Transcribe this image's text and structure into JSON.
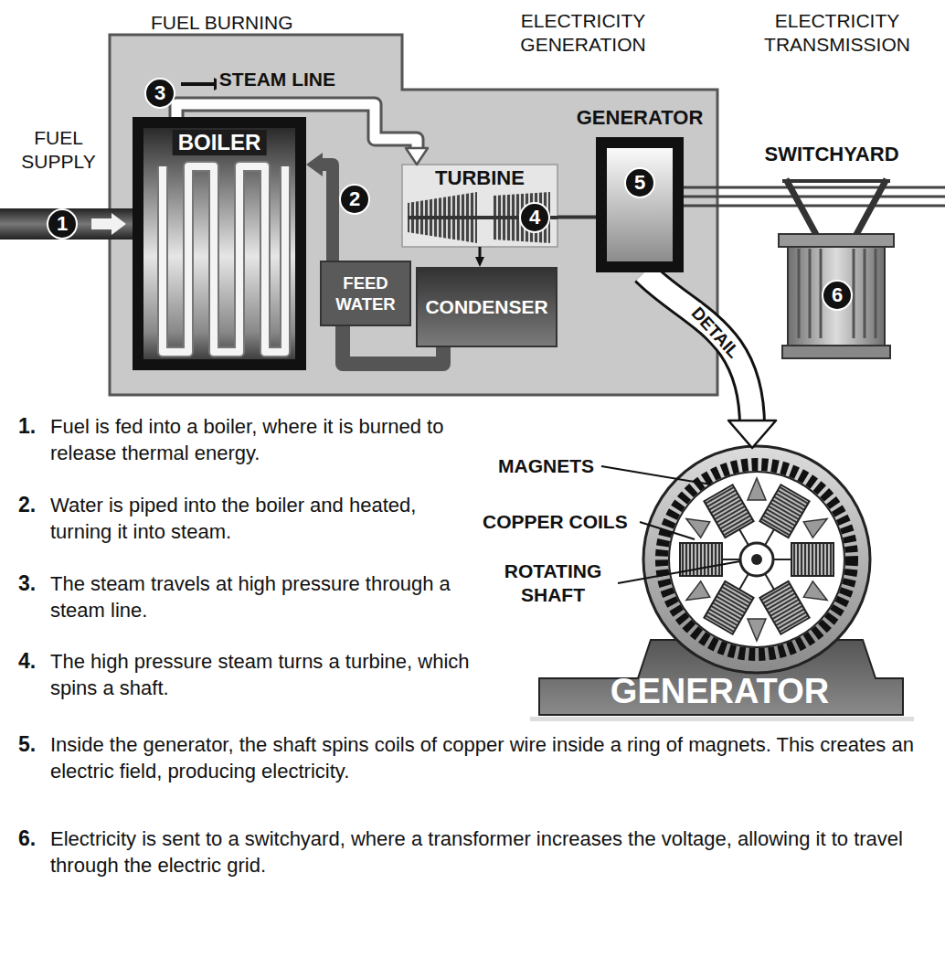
{
  "diagram": {
    "nodes": [
      {
        "text": [
          "BOILER"
        ]
      },
      {
        "text": [
          "FEED WATER"
        ]
      },
      {
        "text": [
          "TURBINE"
        ]
      },
      {
        "text": [
          "CONDENSER"
        ]
      },
      {
        "text": [
          "GENERATOR"
        ]
      },
      {
        "text": [
          "SWITCHYARD"
        ]
      },
      {
        "text": [
          "GENERATOR"
        ]
      }
    ],
    "edges": [
      {
        "from": 0,
        "to": 2,
        "arrow": "to",
        "label": "STEAM LINE"
      },
      {
        "from": 2,
        "to": 3,
        "arrow": "to"
      },
      {
        "from": 3,
        "to": 1,
        "arrow": "none"
      },
      {
        "from": 1,
        "to": 0,
        "arrow": "to"
      },
      {
        "from": 2,
        "to": 4,
        "arrow": "none"
      },
      {
        "from": 4,
        "to": 5,
        "arrow": "none"
      },
      {
        "from": 4,
        "to": 6,
        "arrow": "to",
        "label": "DETAIL"
      }
    ],
    "labels": [
      "FUEL BURNING",
      "ELECTRICITY GENERATION",
      "ELECTRICITY TRANSMISSION",
      "FUEL SUPPLY",
      "1",
      "2",
      "3",
      "4",
      "5",
      "6",
      "MAGNETS",
      "COPPER COILS",
      "ROTATING SHAFT",
      "1.",
      "Fuel is fed into a boiler, where it is burned to release thermal energy.",
      "2.",
      "Water is piped into the boiler and heated, turning it into steam.",
      "3.",
      "The steam travels at high pressure through a steam line.",
      "4.",
      "The high pressure steam turns a turbine, which spins a shaft.",
      "5.",
      "Inside the generator, the shaft spins coils of copper wire inside a ring of magnets. This creates an electric field, producing electricity.",
      "6.",
      "Electricity is sent to a switchyard, where a transformer increases the voltage, allowing it to travel through the electric grid."
    ]
  }
}
